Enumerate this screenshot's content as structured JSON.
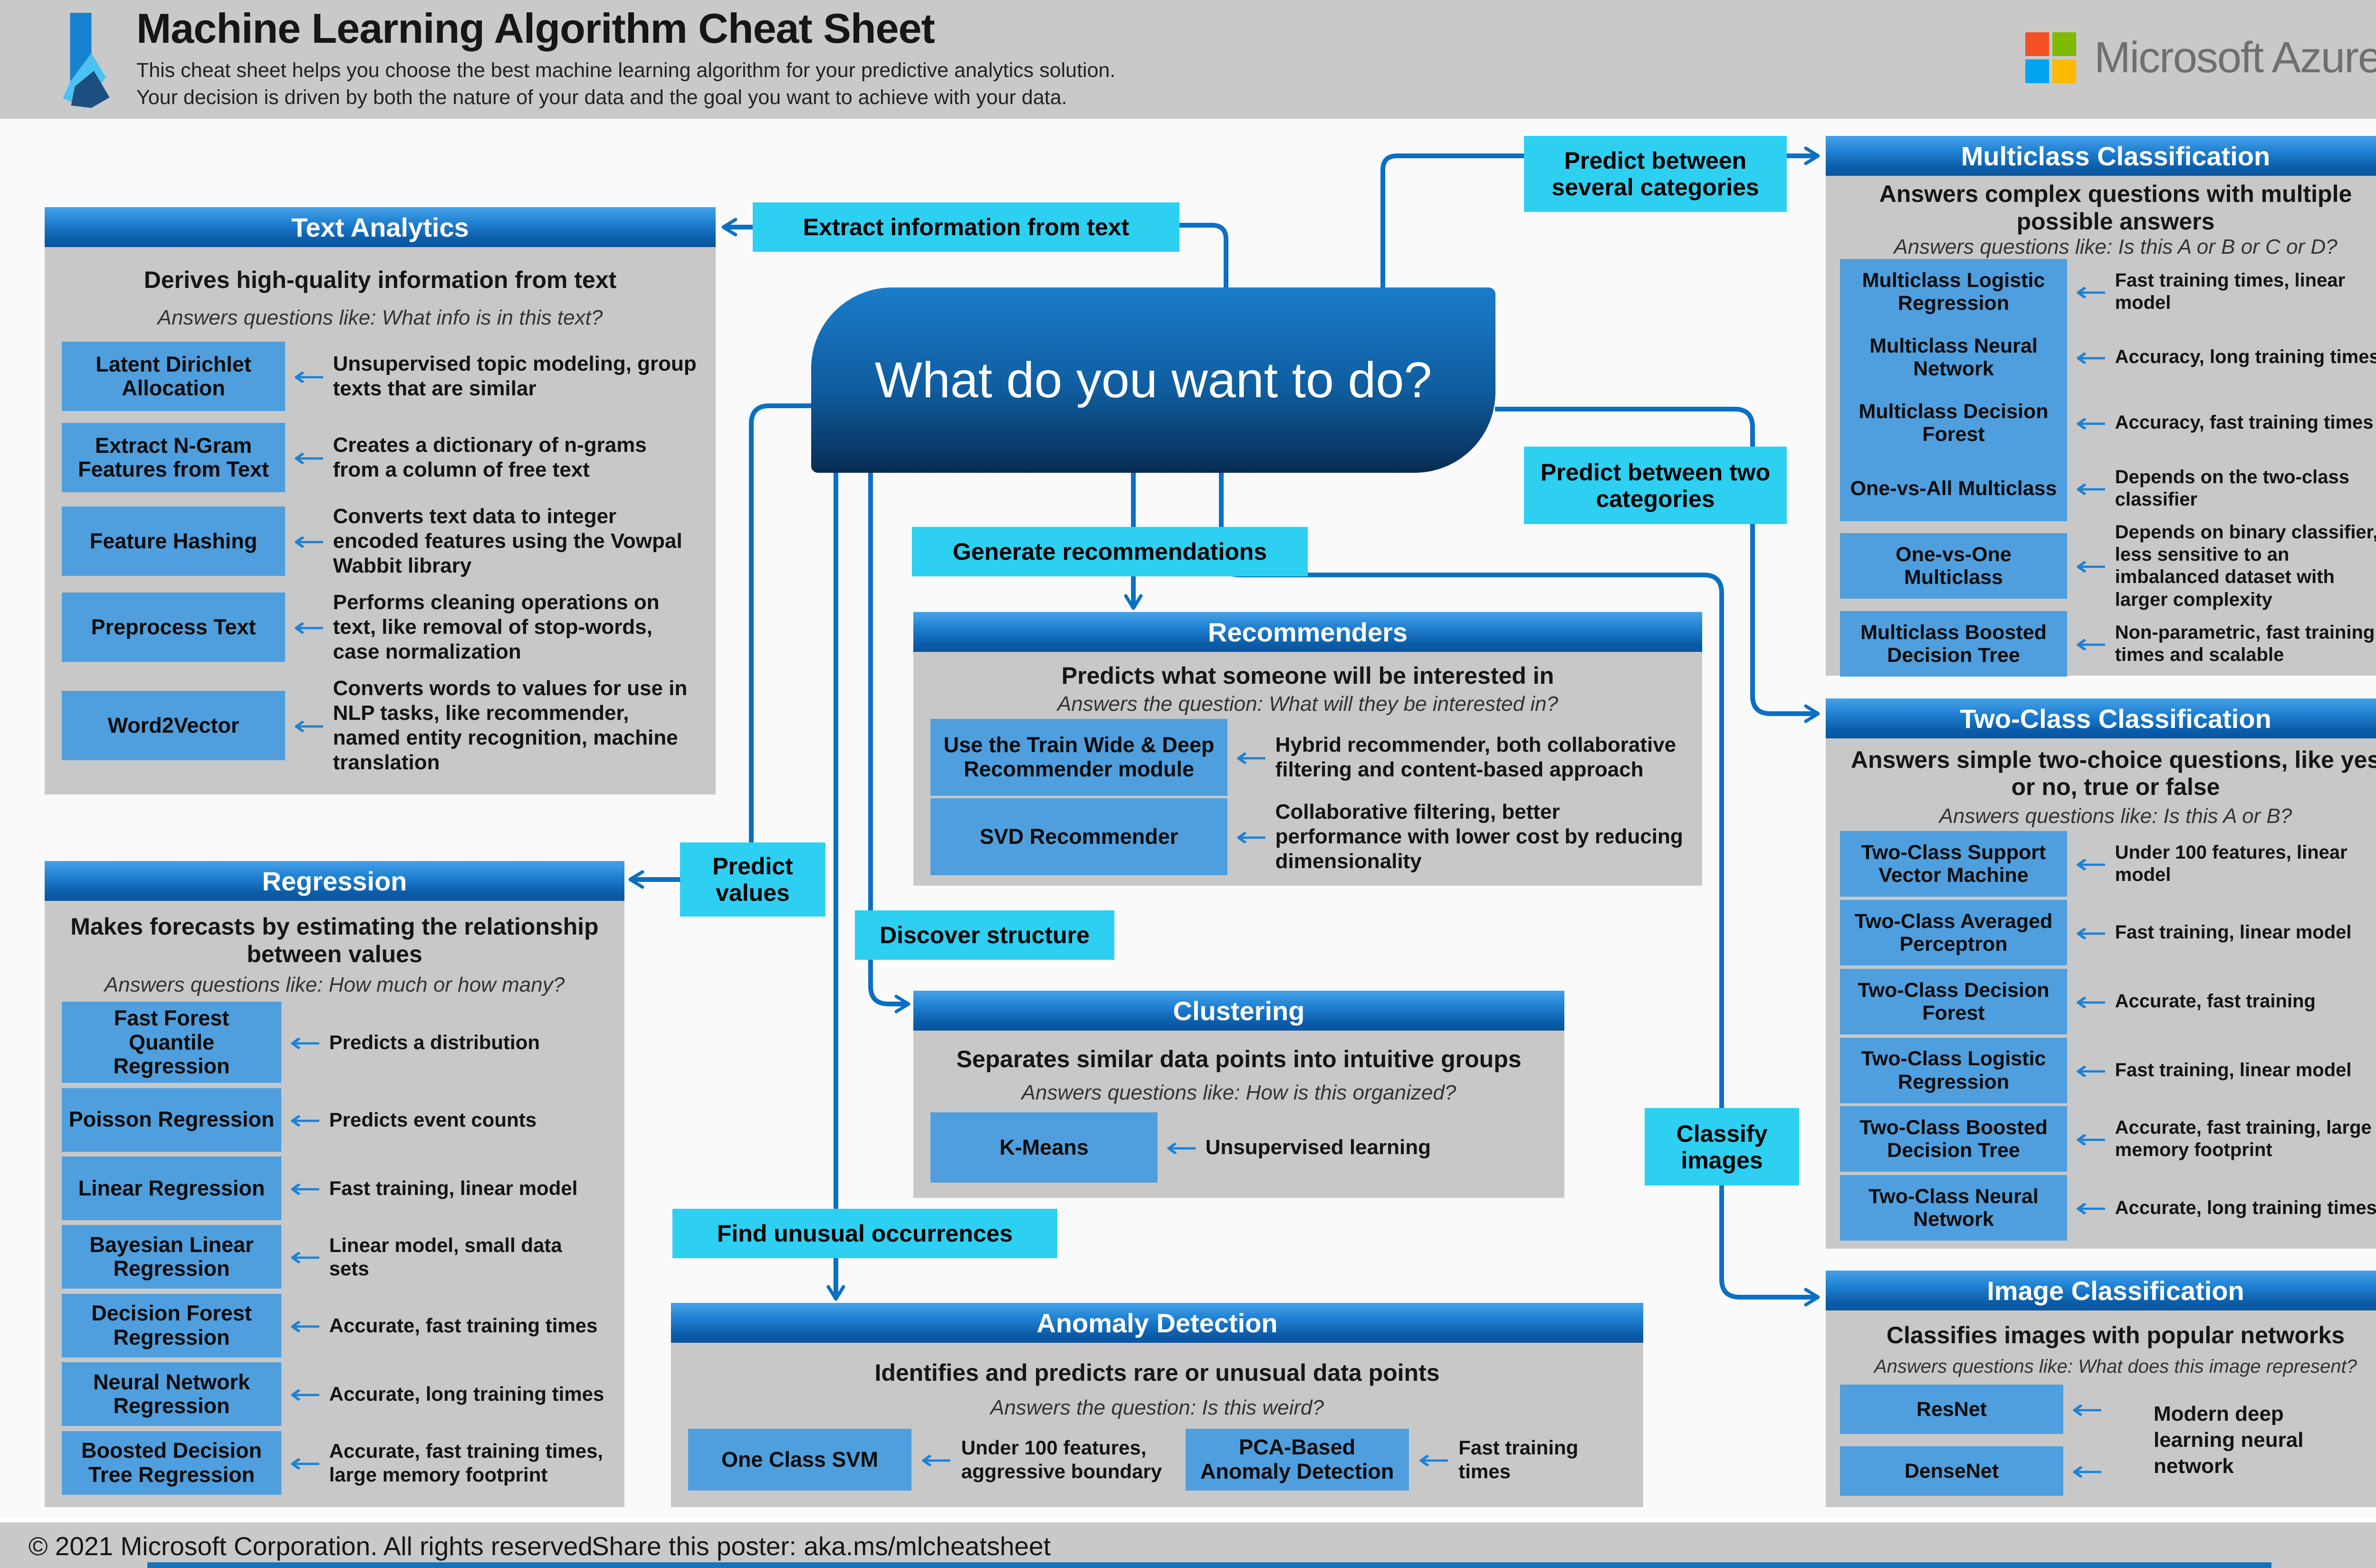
{
  "header": {
    "title": "Machine Learning Algorithm Cheat Sheet",
    "subtitle_line1": "This cheat sheet helps you choose the best machine learning algorithm for your predictive analytics solution.",
    "subtitle_line2": "Your decision is driven by both the nature of your data and the goal you want to achieve with your data.",
    "brand": "Microsoft Azure"
  },
  "center": {
    "question": "What do you want to do?"
  },
  "decisions": {
    "extract_text": "Extract information from text",
    "several_categories": "Predict between several categories",
    "two_categories": "Predict between two categories",
    "generate_recommendations": "Generate recommendations",
    "discover_structure": "Discover structure",
    "predict_values": "Predict values",
    "find_unusual": "Find unusual occurrences",
    "classify_images": "Classify images"
  },
  "sections": {
    "textAnalytics": {
      "title": "Text Analytics",
      "desc": "Derives high-quality information from text",
      "question": "Answers questions like: What info is in this text?",
      "items": [
        {
          "label": "Latent Dirichlet Allocation",
          "desc": "Unsupervised topic modeling, group texts that are similar"
        },
        {
          "label": "Extract N-Gram Features from Text",
          "desc": "Creates a dictionary of n-grams from a column of free text"
        },
        {
          "label": "Feature Hashing",
          "desc": "Converts text data to integer encoded features using the Vowpal Wabbit library"
        },
        {
          "label": "Preprocess Text",
          "desc": "Performs cleaning operations on text, like removal of stop-words, case normalization"
        },
        {
          "label": "Word2Vector",
          "desc": "Converts words to values for use in NLP tasks, like recommender, named entity recognition, machine translation"
        }
      ]
    },
    "regression": {
      "title": "Regression",
      "desc": "Makes forecasts by estimating the relationship between values",
      "question": "Answers questions like: How much or how many?",
      "items": [
        {
          "label": "Fast Forest Quantile Regression",
          "desc": "Predicts a distribution"
        },
        {
          "label": "Poisson Regression",
          "desc": "Predicts event counts"
        },
        {
          "label": "Linear Regression",
          "desc": "Fast training, linear model"
        },
        {
          "label": "Bayesian Linear Regression",
          "desc": "Linear model, small data sets"
        },
        {
          "label": "Decision Forest Regression",
          "desc": "Accurate, fast training times"
        },
        {
          "label": "Neural Network Regression",
          "desc": "Accurate, long training times"
        },
        {
          "label": "Boosted Decision Tree Regression",
          "desc": "Accurate, fast training times, large memory footprint"
        }
      ]
    },
    "recommenders": {
      "title": "Recommenders",
      "desc": "Predicts what someone will be interested in",
      "question": "Answers the question: What will they be interested in?",
      "items": [
        {
          "label": "Use the Train Wide & Deep Recommender module",
          "desc": "Hybrid recommender, both collaborative filtering and content-based approach"
        },
        {
          "label": "SVD Recommender",
          "desc": "Collaborative filtering, better performance with lower cost by reducing dimensionality"
        }
      ]
    },
    "clustering": {
      "title": "Clustering",
      "desc": "Separates similar data points into intuitive groups",
      "question": "Answers questions like: How is this organized?",
      "items": [
        {
          "label": "K-Means",
          "desc": "Unsupervised learning"
        }
      ]
    },
    "anomaly": {
      "title": "Anomaly Detection",
      "desc": "Identifies and predicts rare or unusual data points",
      "question": "Answers the question: Is this weird?",
      "items": [
        {
          "label": "One Class SVM",
          "desc": "Under 100 features, aggressive boundary"
        },
        {
          "label": "PCA-Based Anomaly Detection",
          "desc": "Fast training times"
        }
      ]
    },
    "multiclass": {
      "title": "Multiclass Classification",
      "desc": "Answers complex questions with multiple possible answers",
      "question": "Answers questions like: Is this A or B or C or D?",
      "items": [
        {
          "label": "Multiclass Logistic Regression",
          "desc": "Fast training times, linear model"
        },
        {
          "label": "Multiclass Neural Network",
          "desc": "Accuracy, long training times"
        },
        {
          "label": "Multiclass Decision Forest",
          "desc": "Accuracy, fast training times"
        },
        {
          "label": "One-vs-All Multiclass",
          "desc": "Depends on the two-class classifier"
        },
        {
          "label": "One-vs-One Multiclass",
          "desc": "Depends on binary classifier, less sensitive to an imbalanced dataset with larger complexity"
        },
        {
          "label": "Multiclass Boosted Decision Tree",
          "desc": "Non-parametric, fast training times and scalable"
        }
      ]
    },
    "twoClass": {
      "title": "Two-Class Classification",
      "desc": "Answers simple two-choice questions, like yes or no, true or false",
      "question": "Answers questions like: Is this A or B?",
      "items": [
        {
          "label": "Two-Class Support Vector Machine",
          "desc": "Under 100 features, linear model"
        },
        {
          "label": "Two-Class Averaged Perceptron",
          "desc": "Fast training, linear model"
        },
        {
          "label": "Two-Class Decision Forest",
          "desc": "Accurate, fast training"
        },
        {
          "label": "Two-Class Logistic Regression",
          "desc": "Fast training, linear model"
        },
        {
          "label": "Two-Class Boosted Decision Tree",
          "desc": "Accurate, fast training, large memory footprint"
        },
        {
          "label": "Two-Class Neural Network",
          "desc": "Accurate, long training times"
        }
      ]
    },
    "imageClass": {
      "title": "Image Classification",
      "desc": "Classifies images with popular networks",
      "question": "Answers questions like: What does this image represent?",
      "shared_desc": "Modern deep learning neural network",
      "items": [
        {
          "label": "ResNet"
        },
        {
          "label": "DenseNet"
        }
      ]
    }
  },
  "footer": {
    "copyright": "© 2021 Microsoft Corporation. All rights reserved.",
    "share": "Share this poster: aka.ms/mlcheatsheet"
  },
  "colors": {
    "banner_bg": "#c9c9c9",
    "panel_header_blue": "#0b5ca8",
    "panel_body_gray": "#c8c8c8",
    "algorithm_box_blue": "#4f9fde",
    "decision_box_cyan": "#2ed0f2",
    "connector_blue": "#0b70c4",
    "center_box_gradient_top": "#1b7cca",
    "center_box_gradient_bottom": "#082b52",
    "ms_red": "#f25022",
    "ms_green": "#7fba00",
    "ms_blue": "#00a4ef",
    "ms_yellow": "#ffb900"
  }
}
